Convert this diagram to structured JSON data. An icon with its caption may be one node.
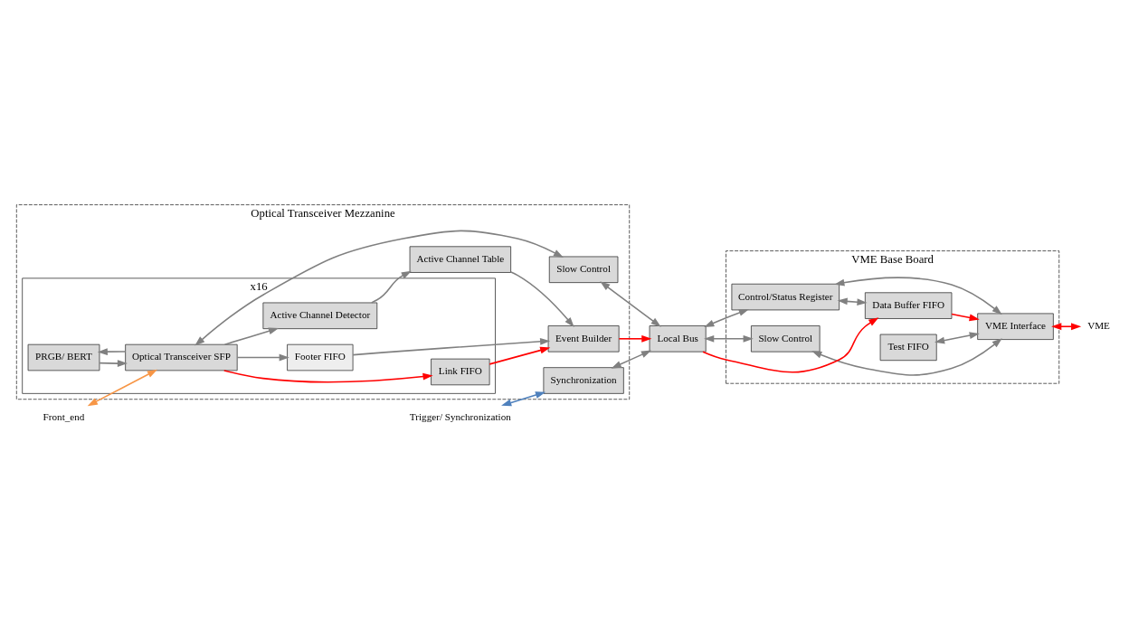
{
  "diagram": {
    "nodes": [
      {
        "text": [
          "Optical Transceiver Mezzanine"
        ]
      },
      {
        "text": [
          "VME Base Board"
        ]
      },
      {
        "text": [
          "Synchronization"
        ],
        "in": 0
      },
      {
        "text": [
          "x16"
        ],
        "in": 0
      },
      {
        "text": [
          "Link FIFO"
        ],
        "in": 3
      },
      {
        "text": [
          "Footer FIFO"
        ],
        "in": 3
      },
      {
        "text": [
          "Active Channel Detector"
        ],
        "in": 3
      },
      {
        "text": [
          "PRGB/ BERT"
        ],
        "in": 3
      },
      {
        "text": [
          "Optical Transceiver SFP"
        ],
        "in": 3
      },
      {
        "text": [
          "Event Builder"
        ],
        "in": 0
      },
      {
        "text": [
          "Active Channel Table"
        ],
        "in": 0
      },
      {
        "text": [
          "Slow Control"
        ],
        "in": 0
      },
      {
        "text": [
          "Local Bus"
        ]
      },
      {
        "text": [
          "Control/Status Register"
        ],
        "in": 1
      },
      {
        "text": [
          "Data Buffer FIFO"
        ],
        "in": 1
      },
      {
        "text": [
          "Test FIFO"
        ],
        "in": 1
      },
      {
        "text": [
          "Slow Control"
        ],
        "in": 1
      },
      {
        "text": [
          "VME Interface"
        ],
        "in": 1
      },
      {
        "text": [
          "Trigger/ Synchronization"
        ]
      },
      {
        "text": [
          "Front_end"
        ]
      },
      {
        "text": [
          "VME"
        ]
      }
    ],
    "edges": [
      {
        "from": 18,
        "to": 2,
        "arrow": "both",
        "color": "#4f81bd"
      },
      {
        "from": 19,
        "to": 8,
        "arrow": "both",
        "color": "#f79646"
      },
      {
        "from": 8,
        "to": 4,
        "arrow": "to",
        "color": "#ff0000"
      },
      {
        "from": 8,
        "to": 5,
        "arrow": "to"
      },
      {
        "from": 8,
        "to": 6,
        "arrow": "to"
      },
      {
        "from": 8,
        "to": 7,
        "arrow": "to"
      },
      {
        "from": 7,
        "to": 8,
        "arrow": "to"
      },
      {
        "from": 8,
        "to": 11,
        "arrow": "both"
      },
      {
        "from": 4,
        "to": 9,
        "arrow": "to",
        "color": "#ff0000"
      },
      {
        "from": 5,
        "to": 9,
        "arrow": "to"
      },
      {
        "from": 6,
        "to": 10,
        "arrow": "to"
      },
      {
        "from": 10,
        "to": 9,
        "arrow": "to"
      },
      {
        "from": 2,
        "to": 12,
        "arrow": "both"
      },
      {
        "from": 9,
        "to": 12,
        "arrow": "to",
        "color": "#ff0000"
      },
      {
        "from": 11,
        "to": 12,
        "arrow": "both"
      },
      {
        "from": 12,
        "to": 13,
        "arrow": "both"
      },
      {
        "from": 12,
        "to": 14,
        "arrow": "to",
        "color": "#ff0000"
      },
      {
        "from": 12,
        "to": 16,
        "arrow": "both"
      },
      {
        "from": 13,
        "to": 14,
        "arrow": "both"
      },
      {
        "from": 13,
        "to": 17,
        "arrow": "both"
      },
      {
        "from": 14,
        "to": 17,
        "arrow": "to",
        "color": "#ff0000"
      },
      {
        "from": 15,
        "to": 17,
        "arrow": "both"
      },
      {
        "from": 16,
        "to": 17,
        "arrow": "both"
      },
      {
        "from": 17,
        "to": 20,
        "arrow": "both",
        "color": "#ff0000"
      }
    ]
  }
}
